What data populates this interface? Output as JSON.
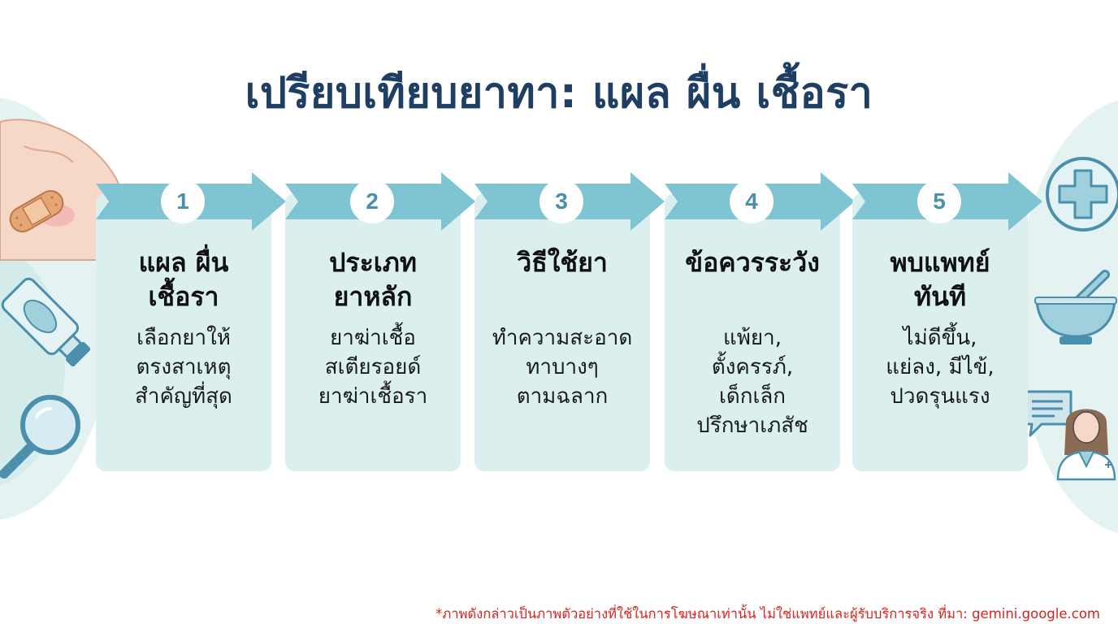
{
  "title": "เปรียบเทียบยาทา: แผล ผื่น เชื้อรา",
  "colors": {
    "title": "#1e3f63",
    "card": "#dcefef",
    "arrow": "#7fc4d3",
    "number": "#4a8fab",
    "disclaimer": "#d8231d"
  },
  "steps": [
    {
      "number": "1",
      "heading": [
        "แผล ผื่น",
        "เชื้อรา"
      ],
      "description": [
        "เลือกยาให้",
        "ตรงสาเหตุ",
        "สำคัญที่สุด"
      ]
    },
    {
      "number": "2",
      "heading": [
        "ประเภท",
        "ยาหลัก"
      ],
      "description": [
        "ยาฆ่าเชื้อ",
        "สเตียรอยด์",
        "ยาฆ่าเชื้อรา"
      ]
    },
    {
      "number": "3",
      "heading": [
        "วิธีใช้ยา"
      ],
      "description": [
        "ทำความสะอาด",
        "ทาบางๆ",
        "ตามฉลาก"
      ]
    },
    {
      "number": "4",
      "heading": [
        "ข้อควรระวัง"
      ],
      "description": [
        "แพ้ยา,",
        "ตั้งครรภ์,",
        "เด็กเล็ก",
        "ปรึกษาเภสัช"
      ]
    },
    {
      "number": "5",
      "heading": [
        "พบแพทย์",
        "ทันที"
      ],
      "description": [
        "ไม่ดีขึ้น,",
        "แย่ลง, มีไข้,",
        "ปวดรุนแรง"
      ]
    }
  ],
  "icons": {
    "left": [
      "shoulder-bandage-icon",
      "ointment-tube-icon",
      "magnifier-icon"
    ],
    "right": [
      "medical-cross-icon",
      "mortar-pestle-icon",
      "chat-bubble-icon",
      "doctor-icon"
    ]
  },
  "disclaimer": "*ภาพดังกล่าวเป็นภาพตัวอย่างที่ใช้ในการโฆษณาเท่านั้น ไม่ใช่แพทย์และผู้รับบริการจริง ที่มา: gemini.google.com"
}
